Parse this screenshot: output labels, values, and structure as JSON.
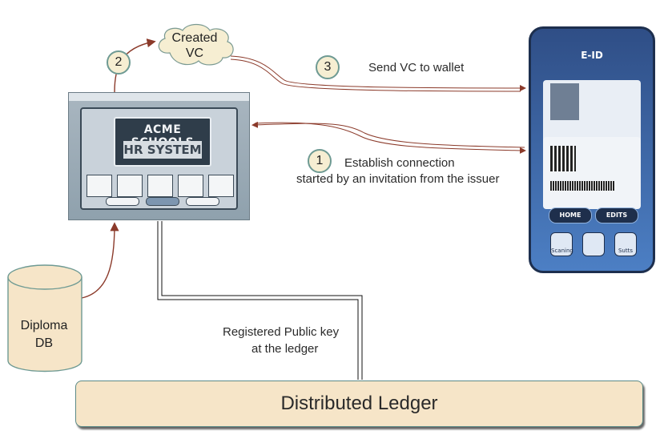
{
  "steps": {
    "one": "1",
    "two": "2",
    "three": "3"
  },
  "cloud": {
    "line1": "Created",
    "line2": "VC"
  },
  "labels": {
    "send_vc": "Send VC to wallet",
    "establish_line1": "Establish connection",
    "establish_line2": "started by an invitation from the issuer",
    "registered_line1": "Registered Public key",
    "registered_line2": "at the ledger"
  },
  "database": {
    "line1": "Diploma",
    "line2": "DB"
  },
  "ledger": {
    "label": "Distributed Ledger"
  },
  "hr_system": {
    "title_line1": "ACME SCHOOLS",
    "title_line2": "HR SYSTEM"
  },
  "wallet": {
    "header": "E-ID",
    "home_button": "HOME",
    "edits_button": "EDITS",
    "icon_scanning": "Scaning",
    "icon_sutts": "Sutts"
  },
  "colors": {
    "arrow": "#8b3a2a",
    "step_border": "#6e9a93",
    "step_fill": "#f6eed2",
    "ledger_fill": "#f6e5c8",
    "db_fill": "#f6e5c8"
  }
}
